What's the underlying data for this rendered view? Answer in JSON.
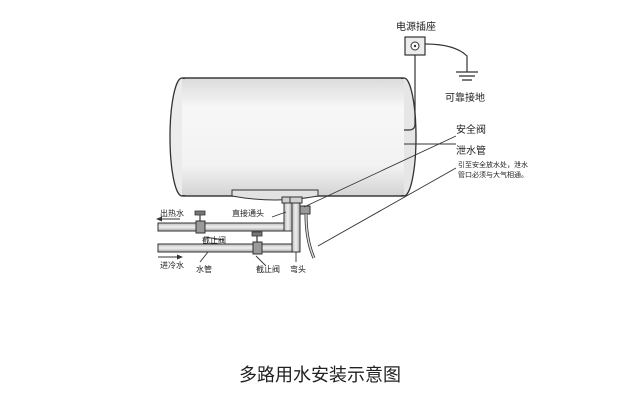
{
  "labels": {
    "power_socket": "电源插座",
    "ground": "可靠接地",
    "safety_valve": "安全阀",
    "drain_pipe": "泄水管",
    "drain_note_line1": "引至安全放水处，泄水",
    "drain_note_line2": "管口必须与大气相通。",
    "hot_water_out": "出热水",
    "cold_water_in": "进冷水",
    "direct_joint": "直接通头",
    "stop_valve_upper": "截止阀",
    "stop_valve_lower": "截止阀",
    "water_pipe": "水管",
    "elbow": "弯头"
  },
  "caption": "多路用水安装示意图",
  "colors": {
    "line": "#333333",
    "tank_fill": "#f4f4f4",
    "pipe_fill": "#d9d9d9",
    "valve_fill": "#9a9a9a"
  }
}
